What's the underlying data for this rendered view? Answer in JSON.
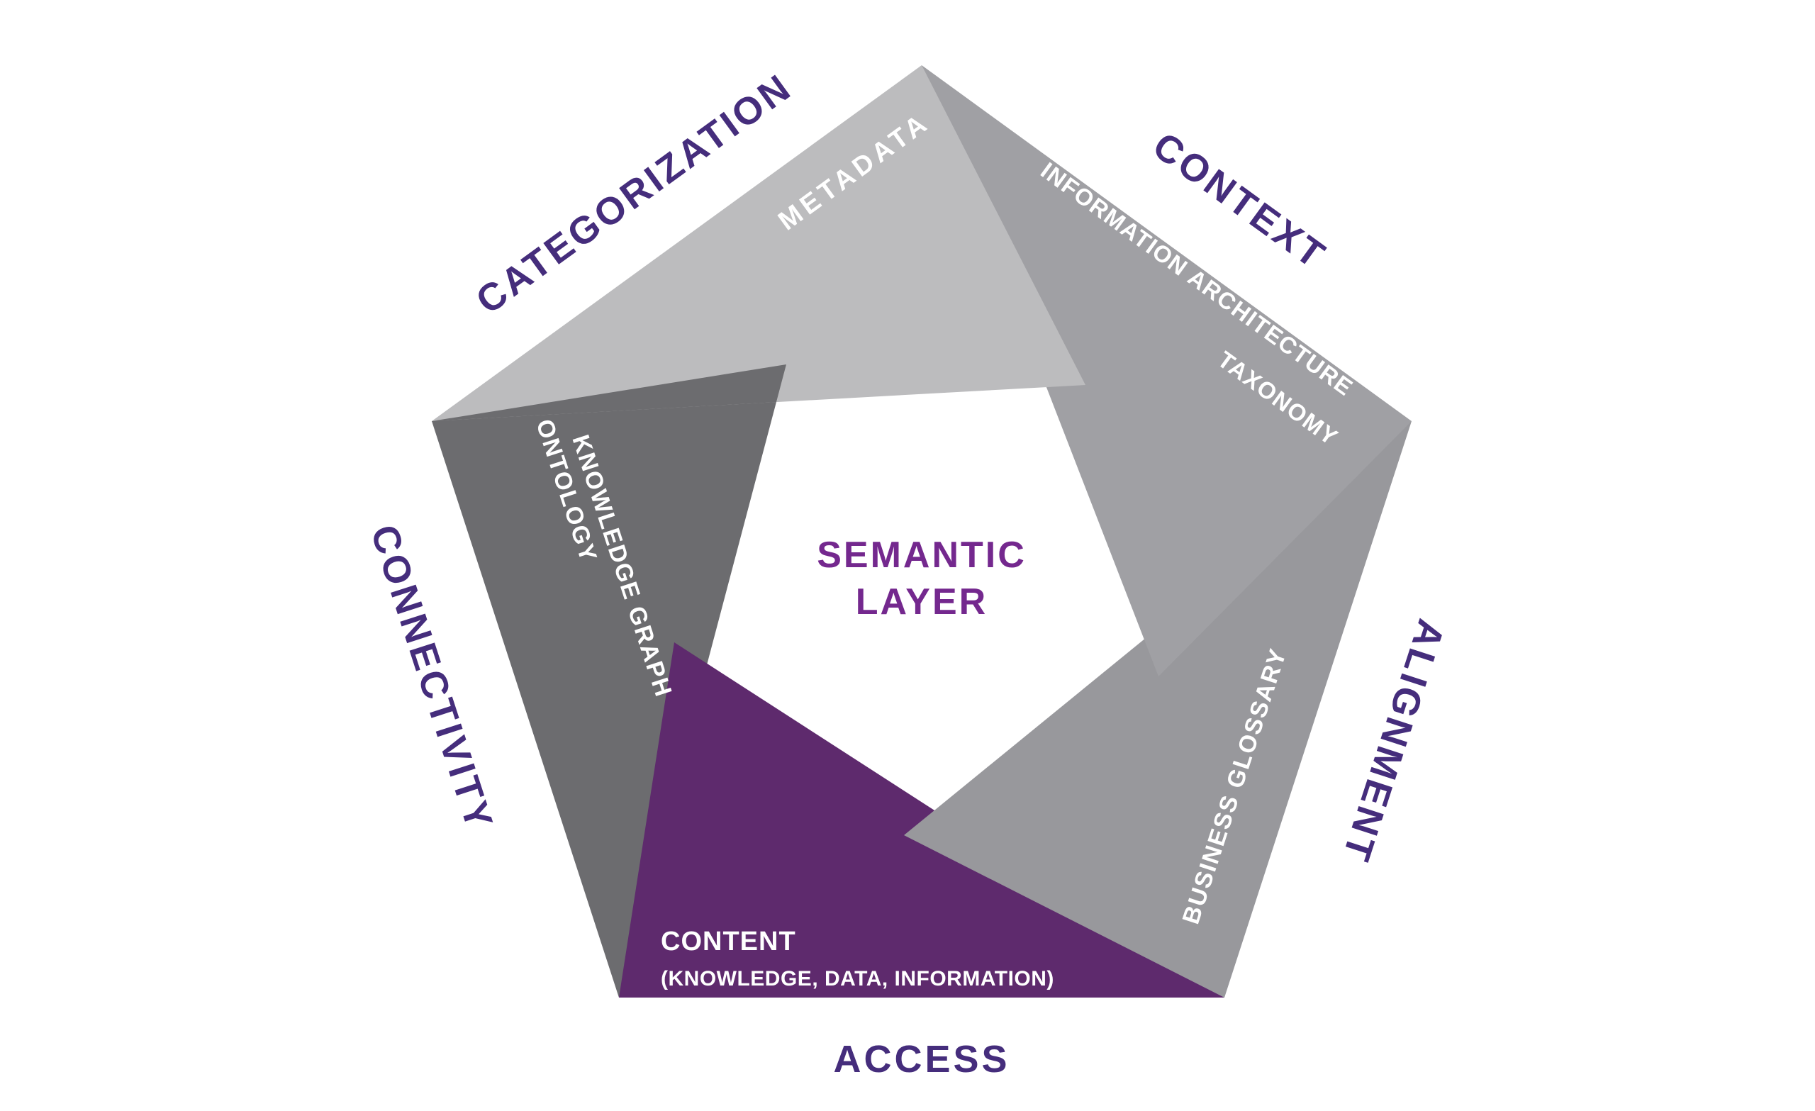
{
  "colors": {
    "background": "#ffffff",
    "metadata_fill": "#bcbcbe",
    "context_fill": "#a0a0a4",
    "alignment_fill": "#98989c",
    "access_fill": "#5e2a6d",
    "connectivity_fill": "#6c6c6f",
    "outer_label_color": "#452d7c",
    "center_title_color": "#74288e",
    "inner_label_color": "#ffffff"
  },
  "center": {
    "line1": "SEMANTIC",
    "line2": "LAYER"
  },
  "segments": {
    "categorization": {
      "outer_label": "CATEGORIZATION",
      "inner_label": "METADATA"
    },
    "context": {
      "outer_label": "CONTEXT",
      "inner_label_line1": "INFORMATION ARCHITECTURE",
      "inner_label_line2": "TAXONOMY"
    },
    "alignment": {
      "outer_label": "ALIGNMENT",
      "inner_label": "BUSINESS GLOSSARY"
    },
    "access": {
      "outer_label": "ACCESS",
      "inner_label_line1": "CONTENT",
      "inner_label_line2": "(KNOWLEDGE, DATA, INFORMATION)"
    },
    "connectivity": {
      "outer_label": "CONNECTIVITY",
      "inner_label_line1": "ONTOLOGY",
      "inner_label_line2": "KNOWLEDGE GRAPH"
    }
  }
}
